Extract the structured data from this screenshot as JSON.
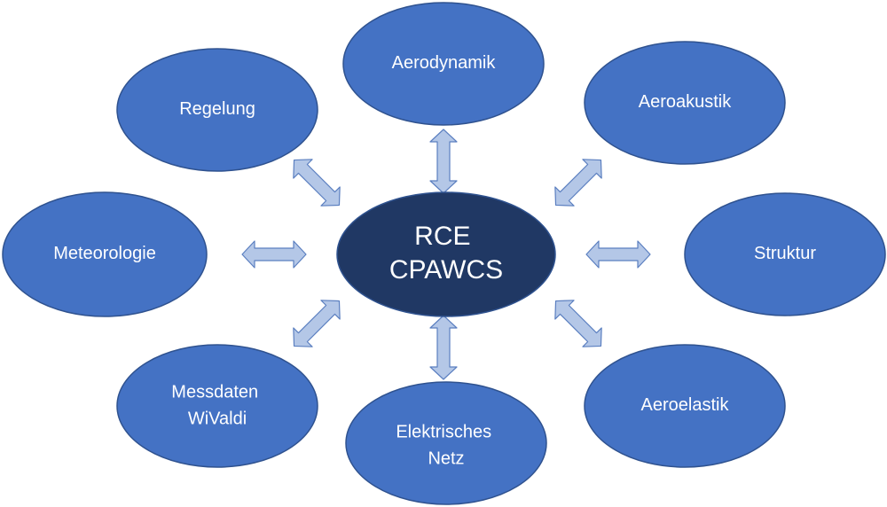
{
  "colors": {
    "node_fill": "#4472c4",
    "node_stroke": "#2f528f",
    "center_fill": "#203864",
    "arrow_fill": "#b4c7e7",
    "arrow_stroke": "#5b7fc0",
    "text": "#ffffff"
  },
  "center": {
    "lines": [
      "RCE",
      "CPAWCS"
    ]
  },
  "nodes": {
    "aerodynamik": {
      "lines": [
        "Aerodynamik"
      ]
    },
    "aeroakustik": {
      "lines": [
        "Aeroakustik"
      ]
    },
    "struktur": {
      "lines": [
        "Struktur"
      ]
    },
    "aeroelastik": {
      "lines": [
        "Aeroelastik"
      ]
    },
    "elektrisches_netz": {
      "lines": [
        "Elektrisches",
        "Netz"
      ]
    },
    "messdaten_wivaldi": {
      "lines": [
        "Messdaten",
        "WiValdi"
      ]
    },
    "meteorologie": {
      "lines": [
        "Meteorologie"
      ]
    },
    "regelung": {
      "lines": [
        "Regelung"
      ]
    }
  }
}
